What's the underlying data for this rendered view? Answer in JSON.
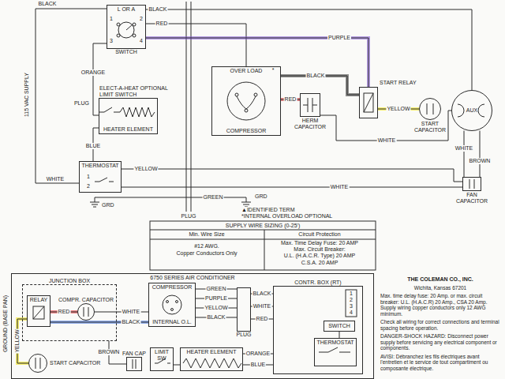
{
  "diagram": {
    "nodes": [
      {
        "text": [
          "L OR A",
          "SWITCH"
        ]
      },
      {
        "text": [
          "ELECT-A-HEAT OPTIONAL",
          "LIMIT SWITCH",
          "HEATER ELEMENT"
        ]
      },
      {
        "text": [
          "THERMOSTAT"
        ]
      },
      {
        "text": [
          "OVER LOAD",
          "COMPRESSOR"
        ]
      },
      {
        "text": [
          "HERM CAPACITOR"
        ]
      },
      {
        "text": [
          "START RELAY"
        ]
      },
      {
        "text": [
          "START CAPACITOR"
        ]
      },
      {
        "text": [
          "AUX"
        ]
      },
      {
        "text": [
          "FAN CAPACITOR"
        ]
      },
      {
        "text": [
          "6750 SERIES AIR CONDITIONER"
        ]
      },
      {
        "text": [
          "JUNCTION BOX"
        ],
        "in": 9
      },
      {
        "text": [
          "RELAY"
        ],
        "in": 10
      },
      {
        "text": [
          "COMPR. CAPACITOR"
        ],
        "in": 10
      },
      {
        "text": [
          "COMPRESSOR",
          "INTERNAL O.L."
        ],
        "in": 9
      },
      {
        "text": [
          "PLUG"
        ],
        "in": 9
      },
      {
        "text": [
          "CONTR. BOX (RT)"
        ],
        "in": 9
      },
      {
        "text": [
          "SWITCH"
        ],
        "in": 15
      },
      {
        "text": [
          "THERMOSTAT"
        ],
        "in": 15
      },
      {
        "text": [
          "LIMIT SW"
        ],
        "in": 9
      },
      {
        "text": [
          "HEATER ELEMENT"
        ],
        "in": 9
      },
      {
        "text": [
          "FAN CAP"
        ],
        "in": 9
      },
      {
        "text": [
          "START CAPACITOR"
        ],
        "in": 9
      }
    ],
    "edges": [
      {
        "from": 0,
        "to": 7,
        "label": "BLACK",
        "arrow": "none"
      },
      {
        "from": 0,
        "to": 3,
        "label": "RED",
        "arrow": "none"
      },
      {
        "from": 0,
        "to": 5,
        "label": "PURPLE",
        "arrow": "none"
      },
      {
        "from": 3,
        "to": 5,
        "label": "BLACK",
        "arrow": "none"
      },
      {
        "from": 3,
        "to": 4,
        "label": "RED",
        "arrow": "none"
      },
      {
        "from": 5,
        "to": 6,
        "label": "YELLOW",
        "arrow": "none"
      },
      {
        "from": 4,
        "to": 7,
        "label": "WHITE",
        "arrow": "none"
      },
      {
        "from": 0,
        "to": 1,
        "label": "ORANGE",
        "arrow": "none"
      },
      {
        "from": 1,
        "to": 2,
        "label": "BLUE",
        "arrow": "none"
      },
      {
        "from": 2,
        "to": 8,
        "label": "YELLOW",
        "arrow": "none"
      },
      {
        "from": 2,
        "to": 8,
        "label": "WHITE",
        "arrow": "none"
      },
      {
        "from": 7,
        "to": 8,
        "label": "WHITE",
        "arrow": "none"
      },
      {
        "from": 7,
        "to": 8,
        "label": "BROWN",
        "arrow": "none"
      },
      {
        "from": 11,
        "to": 12,
        "label": "RED",
        "arrow": "none"
      },
      {
        "from": 11,
        "to": 13,
        "label": "BLACK",
        "arrow": "none"
      },
      {
        "from": 12,
        "to": 13,
        "label": "WHITE",
        "arrow": "none"
      },
      {
        "from": 13,
        "to": 14,
        "label": "GREEN",
        "arrow": "none"
      },
      {
        "from": 13,
        "to": 14,
        "label": "PURPLE",
        "arrow": "none"
      },
      {
        "from": 13,
        "to": 14,
        "label": "YELLOW",
        "arrow": "none"
      },
      {
        "from": 13,
        "to": 14,
        "label": "BLACK",
        "arrow": "none"
      },
      {
        "from": 14,
        "to": 15,
        "label": "BLACK",
        "arrow": "none"
      },
      {
        "from": 14,
        "to": 15,
        "label": "WHITE",
        "arrow": "none"
      },
      {
        "from": 14,
        "to": 15,
        "label": "RED",
        "arrow": "none"
      },
      {
        "from": 15,
        "to": 19,
        "label": "ORANGE",
        "arrow": "none"
      },
      {
        "from": 15,
        "to": 19,
        "label": "BLUE",
        "arrow": "none"
      },
      {
        "from": 18,
        "to": 19,
        "arrow": "none"
      },
      {
        "from": 20,
        "to": 10,
        "label": "BROWN",
        "arrow": "none"
      },
      {
        "from": 11,
        "to": 21,
        "label": "YELLOW",
        "arrow": "none"
      },
      {
        "from": 16,
        "to": 17,
        "arrow": "none"
      }
    ],
    "labels": [
      "BLACK",
      "WHITE",
      "115 VAC SUPPLY",
      "1",
      "2",
      "3",
      "4",
      "PLUG",
      "PLUG",
      "1",
      "2",
      "GREEN",
      "GRD",
      "GRD",
      "*",
      "▲IDENTIFIED TERM",
      "*INTERNAL OVERLOAD OPTIONAL",
      "SUPPLY WIRE SIZING (0-25')",
      "Min. Wire Size",
      "Circuit Protection",
      "#12 AWG.",
      "Copper Conductors Only",
      "Max. Time Delay Fuse: 20 AMP",
      "Max. Circuit Breaker:",
      "U.L. (H.A.C.R. Type) 20 AMP",
      "C.S.A. 20 AMP",
      "GROUND (BASE PAN)",
      "1",
      "2",
      "3",
      "4",
      "THE COLEMAN CO., INC.",
      "Wichita, Kansas 67201",
      "Max. time delay fuse: 20 Amp. or max. circuit breaker: U.L. (H.A.C.R) 20 Amp., CSA 20 Amp. Supply wiring copper conductors only 12 AWG minimum.",
      "Check all wiring for correct connections and terminal spacing before operation.",
      "DANGER-SHOCK HAZARD: Disconnect power supply before servicing any electrical component or components.",
      "AVISI: Débranchez les fils électriques avant l'entretien et le service de tout compartiment ou composante électrique."
    ]
  }
}
